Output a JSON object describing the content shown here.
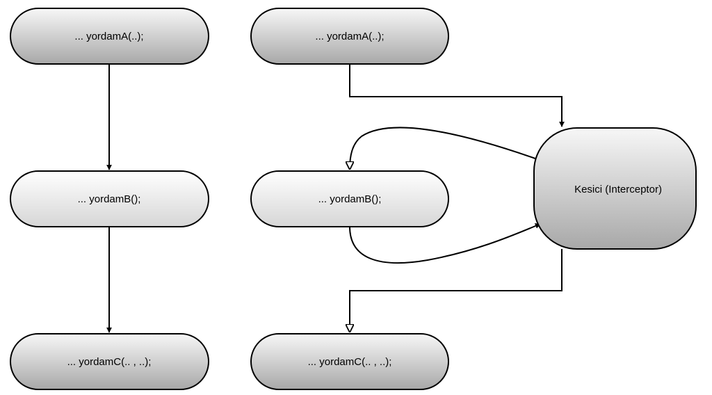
{
  "left_flow": {
    "node_a": "... yordamA(..);",
    "node_b": "... yordamB();",
    "node_c": "... yordamC(.. , ..);"
  },
  "right_flow": {
    "node_a": "... yordamA(..);",
    "node_b": "... yordamB();",
    "node_c": "... yordamC(.. , ..);",
    "interceptor": "Kesici (Interceptor)"
  },
  "colors": {
    "stroke": "#000000",
    "gradient_dark_top": "#f7f7f7",
    "gradient_dark_bottom": "#a8a8a8",
    "gradient_light_top": "#ffffff",
    "gradient_light_bottom": "#d6d6d6"
  }
}
